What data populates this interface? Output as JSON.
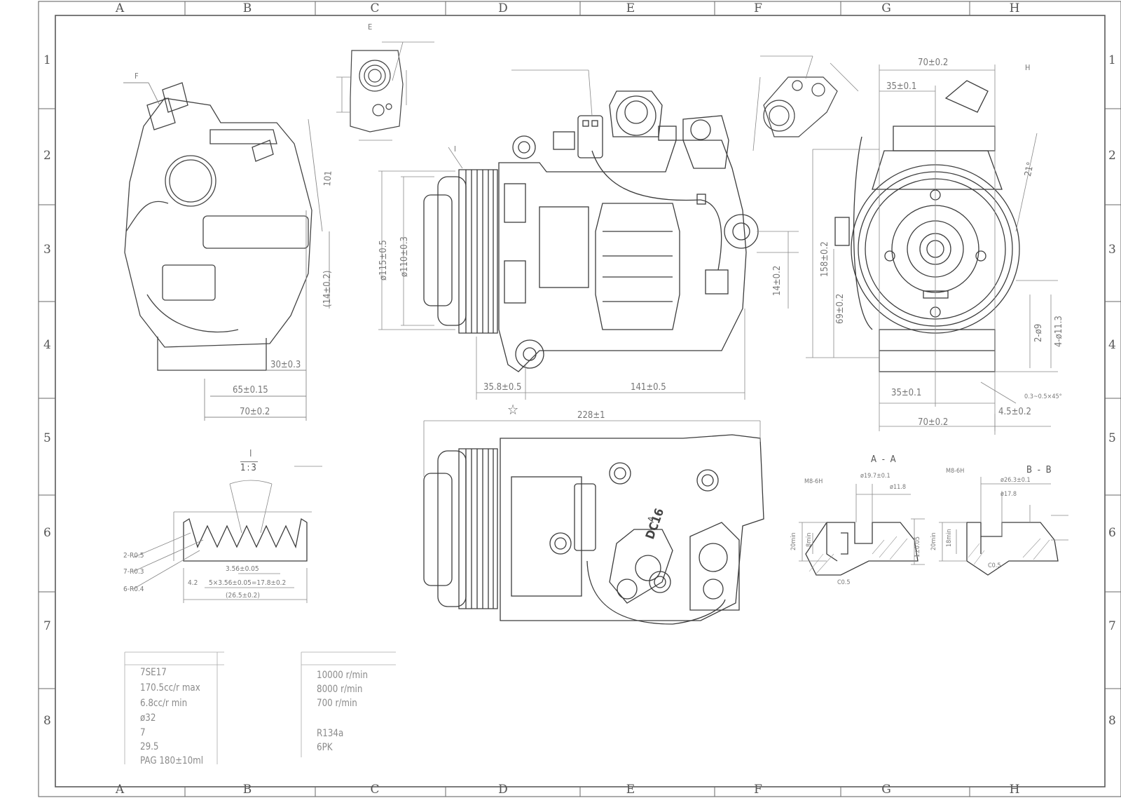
{
  "zones": {
    "columns": [
      "A",
      "B",
      "C",
      "D",
      "E",
      "F",
      "G",
      "H"
    ],
    "rows": [
      "1",
      "2",
      "3",
      "4",
      "5",
      "6",
      "7",
      "8"
    ]
  },
  "detail_labels": {
    "e_mark": "E",
    "f_mark": "F",
    "h_mark": "H",
    "i_mark": "I",
    "detail_i": "I",
    "scale": "1:3",
    "section_aa": "A - A",
    "section_bb": "B - B",
    "dc16": "DC16",
    "a_arrow": "A"
  },
  "dimensions": {
    "d_70_top": "70±0.2",
    "d_35_top": "35±0.1",
    "d_115": "ø115±0.5",
    "d_110": "ø110±0.3",
    "d_14_left": "(14±0.2)",
    "d_14_right": "14±0.2",
    "d_30": "30±0.3",
    "d_65": "65±0.15",
    "d_70_left": "70±0.2",
    "d_358": "35.8±0.5",
    "d_141": "141±0.5",
    "d_228": "228±1",
    "d_158": "158±0.2",
    "d_69": "69±0.2",
    "d_35_bot": "35±0.1",
    "d_70_bot": "70±0.2",
    "d_45": "4.5±0.2",
    "d_21": "21°",
    "d_101": "101",
    "d_bore": "4-ø11.3",
    "d_hole": "2-ø9",
    "d_r05": "2-R0.5",
    "d_r03": "7-R0.3",
    "d_r04": "6-R0.4",
    "d_356": "3.56±0.05",
    "d_pitch": "5×3.56±0.05=17.8±0.2",
    "d_265": "(26.5±0.2)",
    "d_42": "4.2",
    "d_m8_a": "M8-6H",
    "d_m8_b": "M8-6H",
    "d_197": "ø19.7±0.1",
    "d_118": "ø11.8",
    "d_263": "ø26.3±0.1",
    "d_178": "ø17.8",
    "d_c05_a": "C0.5",
    "d_c05_b": "C0.5",
    "d_20min_a": "20min",
    "d_20min_b": "20min",
    "d_8min": "8min",
    "d_18min": "18min",
    "d_1005": "1±0.05",
    "d_chamfer": "0.3~0.5×45°"
  },
  "specs_left": [
    "7SE17",
    "170.5cc/r max",
    "6.8cc/r min",
    "ø32",
    "7",
    "29.5",
    "PAG 180±10ml"
  ],
  "specs_right": [
    "10000 r/min",
    "8000 r/min",
    "700 r/min",
    "",
    "R134a",
    "6PK"
  ]
}
